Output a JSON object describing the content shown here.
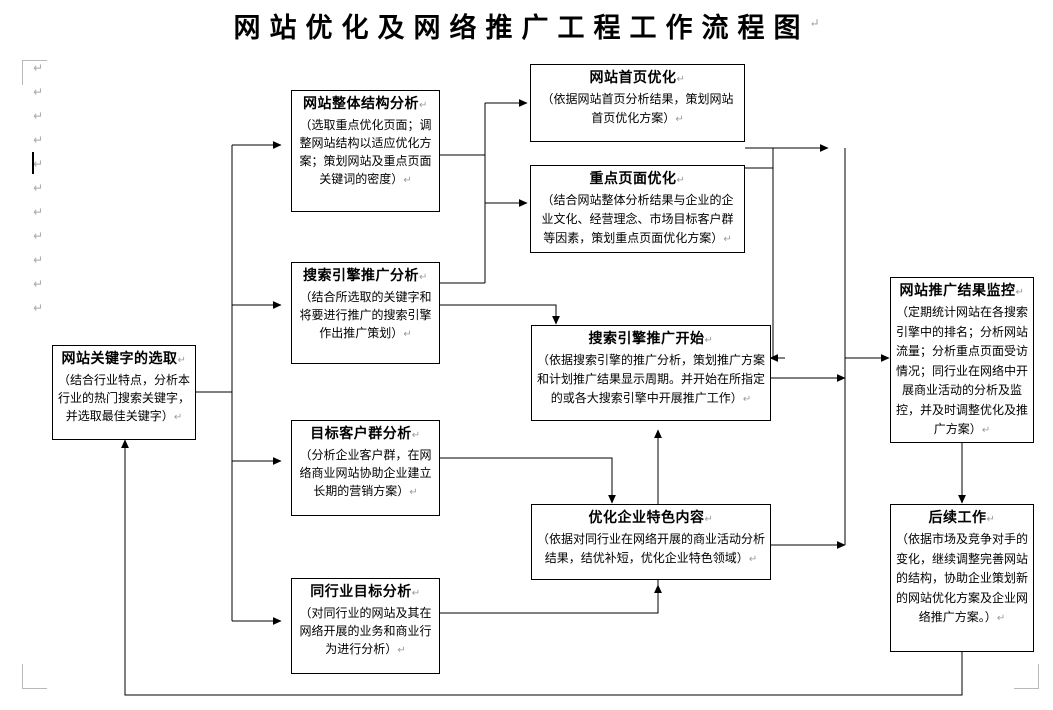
{
  "page": {
    "title": "网站优化及网络推广工程工作流程图",
    "paragraph_mark": "↵",
    "margin_mark_count": 11
  },
  "nodes": {
    "keyword": {
      "heading": "网站关键字的选取",
      "body": "（结合行业特点，分析本行业的热门搜索关键字，并选取最佳关键字）"
    },
    "structure": {
      "heading": "网站整体结构分析",
      "body": "（选取重点优化页面；调整网站结构以适应优化方案；策划网站及重点页面关键词的密度）"
    },
    "seo_analysis": {
      "heading": "搜索引擎推广分析",
      "body": "（结合所选取的关键字和将要进行推广的搜索引擎作出推广策划）"
    },
    "customer": {
      "heading": "目标客户群分析",
      "body": "（分析企业客户群，在网络商业网站协助企业建立长期的营销方案）"
    },
    "industry": {
      "heading": "同行业目标分析",
      "body": "（对同行业的网站及其在网络开展的业务和商业行为进行分析）"
    },
    "homepage": {
      "heading": "网站首页优化",
      "body": "（依据网站首页分析结果，策划网站首页优化方案）"
    },
    "keypage": {
      "heading": "重点页面优化",
      "body": "（结合网站整体分析结果与企业的企业文化、经营理念、市场目标客户群等因素，策划重点页面优化方案）"
    },
    "promo_start": {
      "heading": "搜索引擎推广开始",
      "body": "（依据搜索引擎的推广分析，策划推广方案和计划推广结果显示周期。并开始在所指定的或各大搜索引擎中开展推广工作）"
    },
    "content": {
      "heading": "优化企业特色内容",
      "body": "（依据对同行业在网络开展的商业活动分析结果，结优补短，优化企业特色领域）"
    },
    "monitor": {
      "heading": "网站推广结果监控",
      "body": "（定期统计网站在各搜索引擎中的排名；分析网站流量；分析重点页面受访情况；同行业在网络中开展商业活动的分析及监控，并及时调整优化及推广方案）"
    },
    "followup": {
      "heading": "后续工作",
      "body": "（依据市场及竞争对手的变化，继续调整完善网站的结构，协助企业策划新的网站优化方案及企业网络推广方案。）"
    }
  },
  "chart_data": {
    "type": "diagram",
    "title": "网站优化及网络推广工程工作流程图",
    "node_order": [
      "网站关键字的选取",
      "网站整体结构分析",
      "搜索引擎推广分析",
      "目标客户群分析",
      "同行业目标分析",
      "网站首页优化",
      "重点页面优化",
      "搜索引擎推广开始",
      "优化企业特色内容",
      "网站推广结果监控",
      "后续工作"
    ],
    "edges": [
      {
        "from": "网站关键字的选取",
        "to": "网站整体结构分析"
      },
      {
        "from": "网站关键字的选取",
        "to": "搜索引擎推广分析"
      },
      {
        "from": "网站关键字的选取",
        "to": "目标客户群分析"
      },
      {
        "from": "网站关键字的选取",
        "to": "同行业目标分析"
      },
      {
        "from": "网站整体结构分析",
        "to": "网站首页优化"
      },
      {
        "from": "网站整体结构分析",
        "to": "重点页面优化"
      },
      {
        "from": "搜索引擎推广分析",
        "to": "重点页面优化"
      },
      {
        "from": "搜索引擎推广分析",
        "to": "搜索引擎推广开始"
      },
      {
        "from": "目标客户群分析",
        "to": "优化企业特色内容"
      },
      {
        "from": "同行业目标分析",
        "to": "搜索引擎推广开始"
      },
      {
        "from": "网站首页优化",
        "to": "网站推广结果监控"
      },
      {
        "from": "重点页面优化",
        "to": "搜索引擎推广开始"
      },
      {
        "from": "搜索引擎推广开始",
        "to": "网站推广结果监控"
      },
      {
        "from": "优化企业特色内容",
        "to": "网站推广结果监控"
      },
      {
        "from": "网站推广结果监控",
        "to": "后续工作"
      },
      {
        "from": "后续工作",
        "to": "网站关键字的选取"
      }
    ]
  }
}
